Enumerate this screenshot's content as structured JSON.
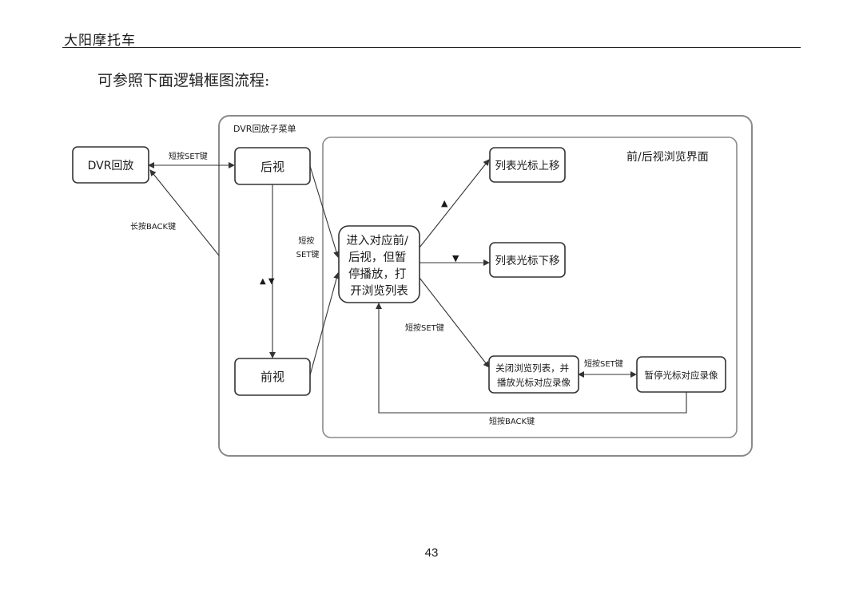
{
  "header": {
    "title": "大阳摩托车"
  },
  "intro": "可参照下面逻辑框图流程:",
  "page_number": "43",
  "diagram": {
    "outer_container": "DVR回放子菜单",
    "inner_container": "前/后视浏览界面",
    "nodes": {
      "dvr": "DVR回放",
      "rear": "后视",
      "front": "前视",
      "center": [
        "进入对应前/",
        "后视，但暂",
        "停播放，打",
        "开浏览列表"
      ],
      "up": "列表光标上移",
      "down": "列表光标下移",
      "close": [
        "关闭浏览列表，并",
        "播放光标对应录像"
      ],
      "pause": "暂停光标对应录像"
    },
    "edges": {
      "short_set_top": "短按SET键",
      "long_back": "长按BACK键",
      "short_set_mid": [
        "短按",
        "SET键"
      ],
      "updown_symbols": "▲ ▼",
      "up_symbol": "▲",
      "down_symbol": "▼",
      "short_set_center": "短按SET键",
      "short_set_right": "短按SET键",
      "short_back": "短按BACK键"
    }
  }
}
